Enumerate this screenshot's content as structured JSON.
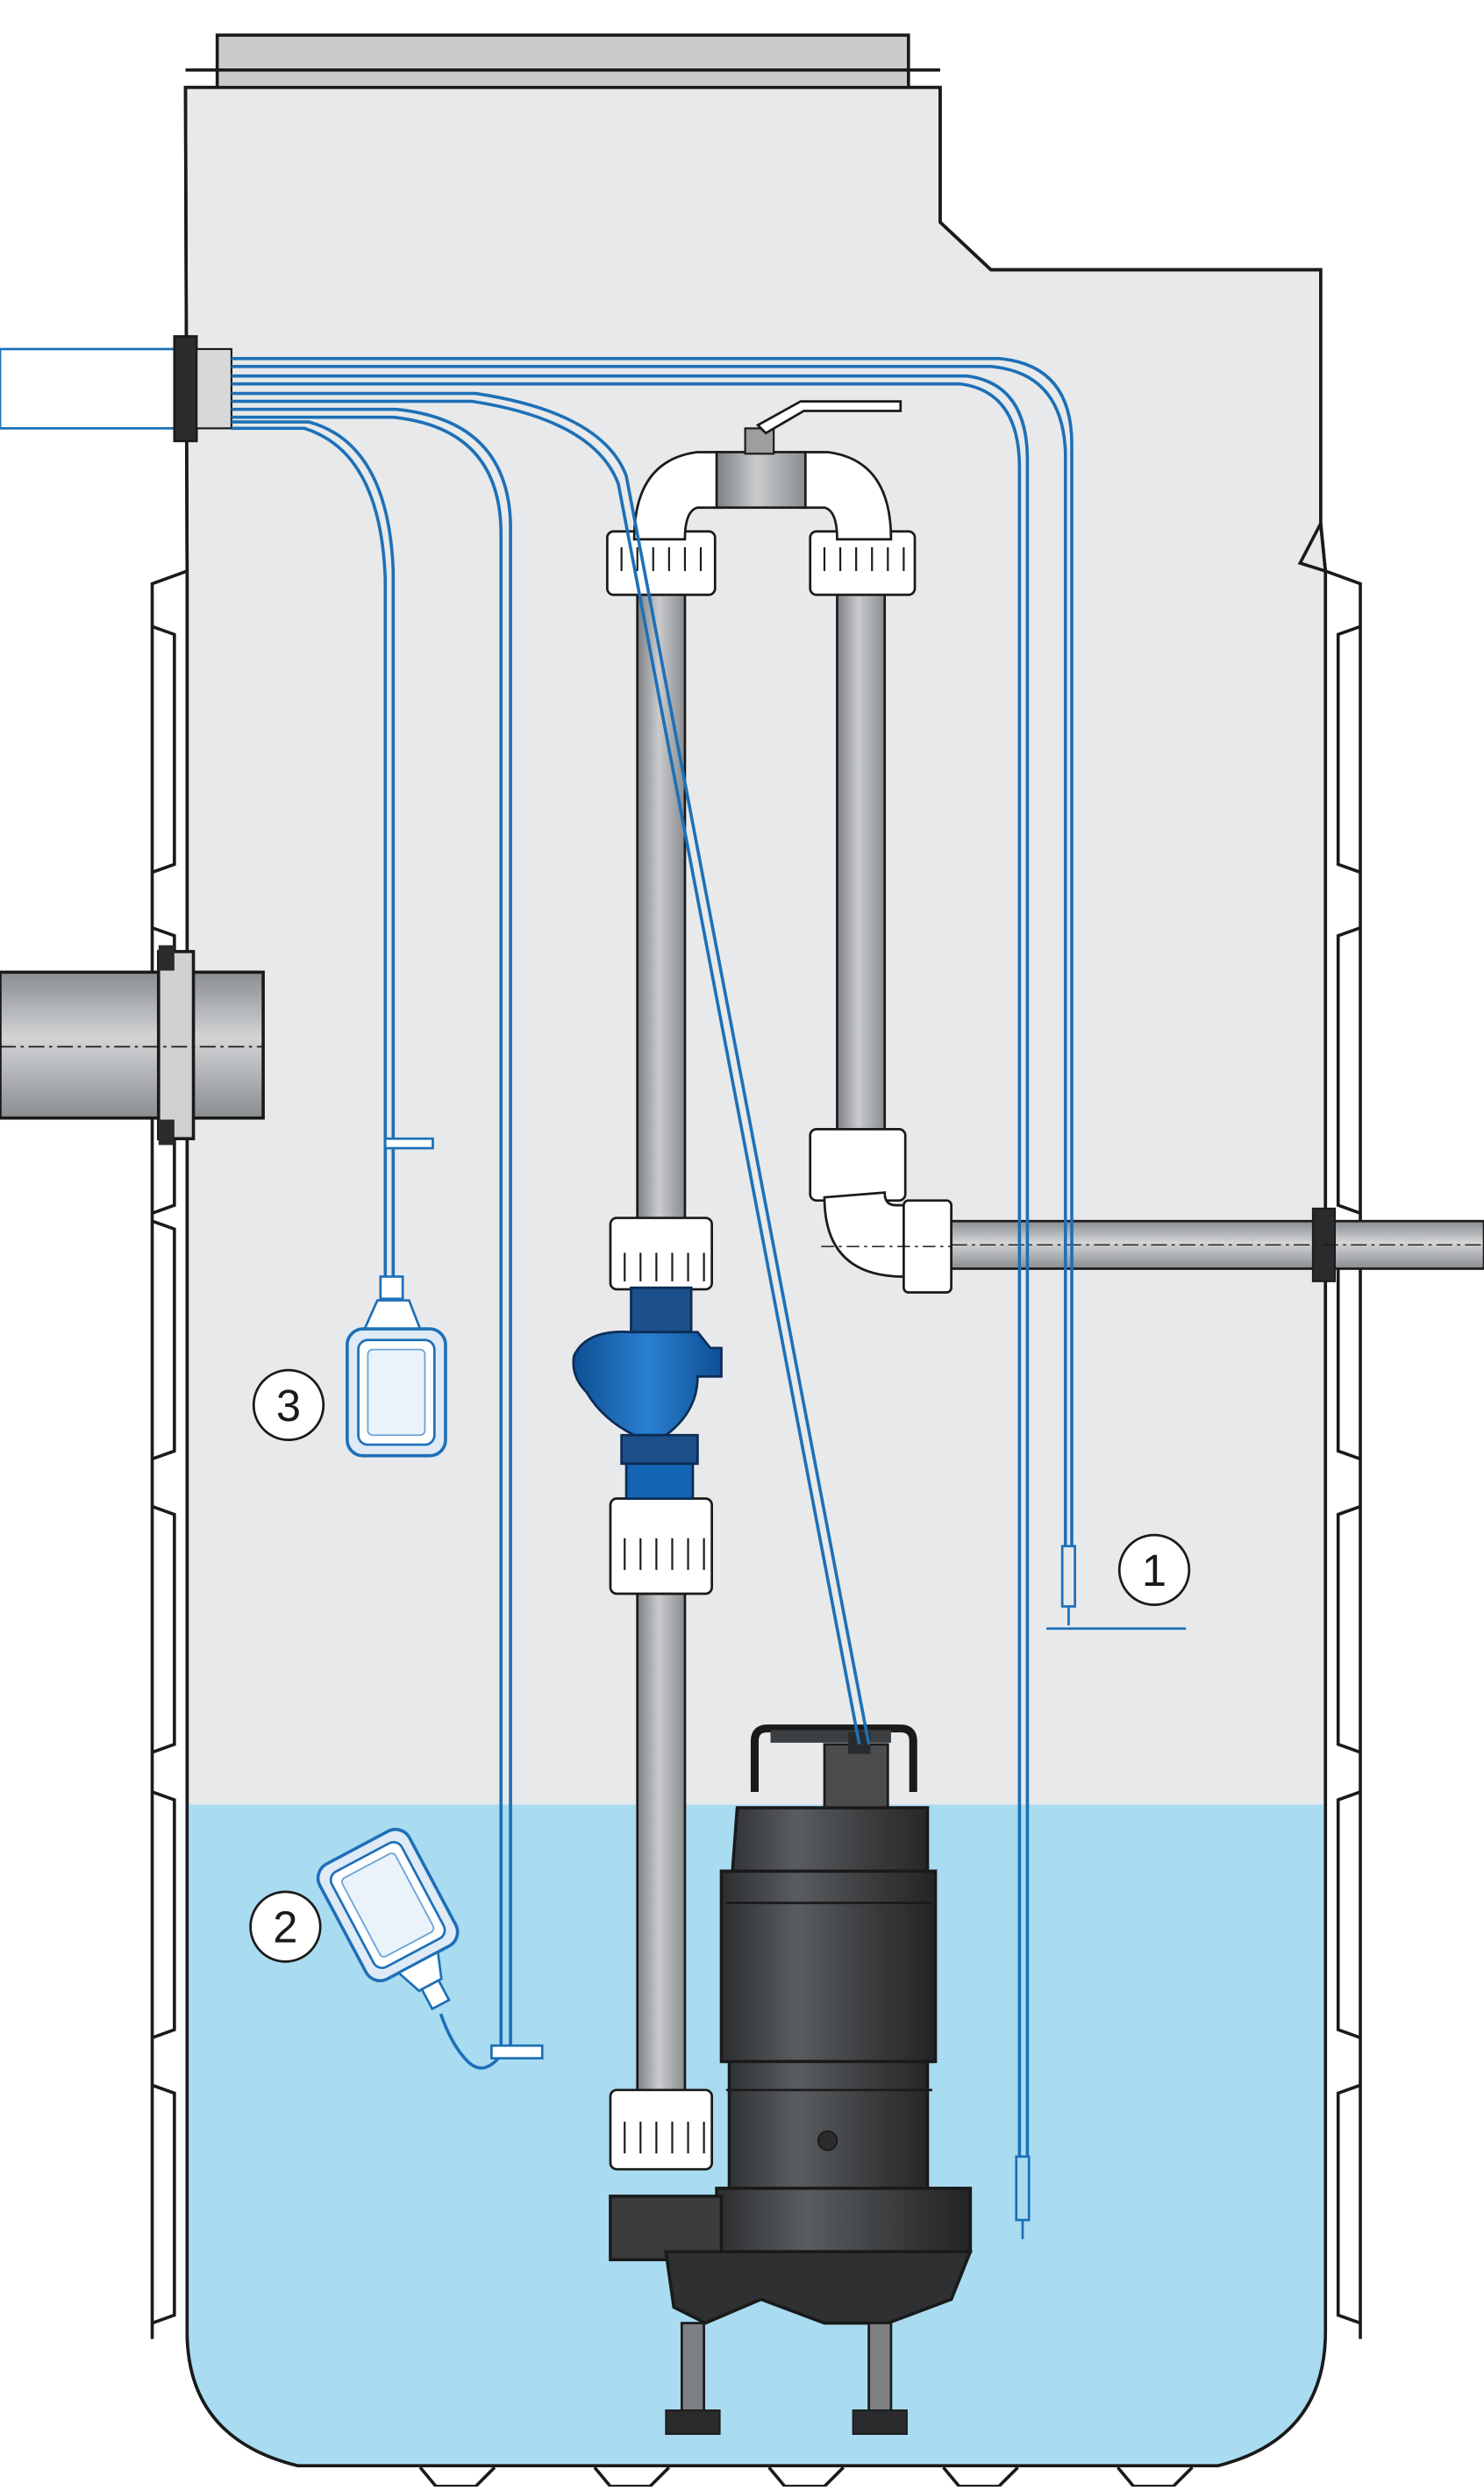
{
  "diagram": {
    "callouts": [
      {
        "id": "callout-1",
        "label": "1",
        "refers_to": "level-probe"
      },
      {
        "id": "callout-2",
        "label": "2",
        "refers_to": "lower-float-switch"
      },
      {
        "id": "callout-3",
        "label": "3",
        "refers_to": "upper-float-switch"
      }
    ],
    "colors": {
      "tank_fill": "#e8e9ea",
      "water": "#a9dbf1",
      "cable": "#1d70b7",
      "check_valve": "#1565b5",
      "pipe": "#9a9c9e",
      "pump": "#3c3f41",
      "outline": "#1a1a1a",
      "float_fill": "#dfeaf6"
    },
    "components": [
      "cable-inlet",
      "ball-valve",
      "discharge-riser",
      "check-valve",
      "grinder-pump",
      "inlet-pipe",
      "outlet-pipe",
      "float-switches",
      "level-probes"
    ]
  }
}
